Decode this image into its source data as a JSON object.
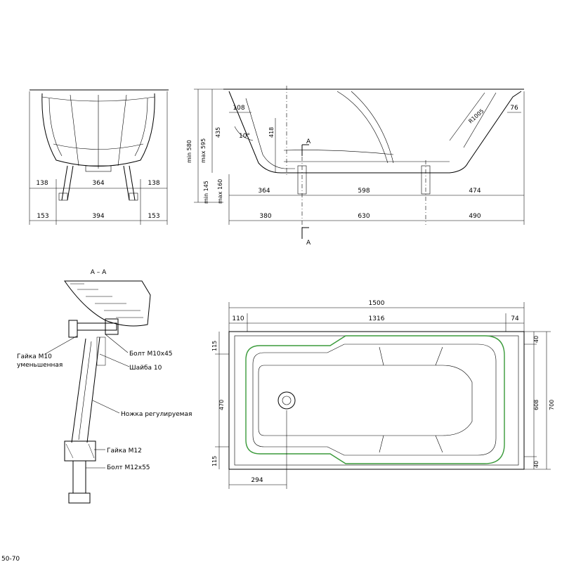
{
  "front_view": {
    "dims_top": [
      "138",
      "364",
      "138"
    ],
    "dims_bottom": [
      "153",
      "394",
      "153"
    ]
  },
  "side_view": {
    "vertical_dims": [
      "min 580",
      "max 595",
      "435",
      "418",
      "min 145",
      "max 160"
    ],
    "top_dims": [
      "108",
      "76"
    ],
    "radius": "R1005",
    "angle": "10°",
    "section_label": "A",
    "dims_row1": [
      "364",
      "598",
      "474"
    ],
    "dims_row2": [
      "380",
      "630",
      "490"
    ]
  },
  "section": {
    "title": "А – А",
    "labels": {
      "nut_m10": "Гайка М10",
      "nut_m10_sub": "уменьшенная",
      "bolt_m10": "Болт М10х45",
      "washer": "Шайба 10",
      "leg": "Ножка регулируемая",
      "nut_m12": "Гайка М12",
      "bolt_m12": "Болт М12х55"
    }
  },
  "top_view": {
    "overall": "1500",
    "dims_top": [
      "110",
      "1316",
      "74"
    ],
    "left_dims": [
      "115",
      "470",
      "115"
    ],
    "right_dims": [
      "40",
      "608",
      "40"
    ],
    "overall_height": "700",
    "bottom_dim": "294"
  },
  "footer": "50-70"
}
